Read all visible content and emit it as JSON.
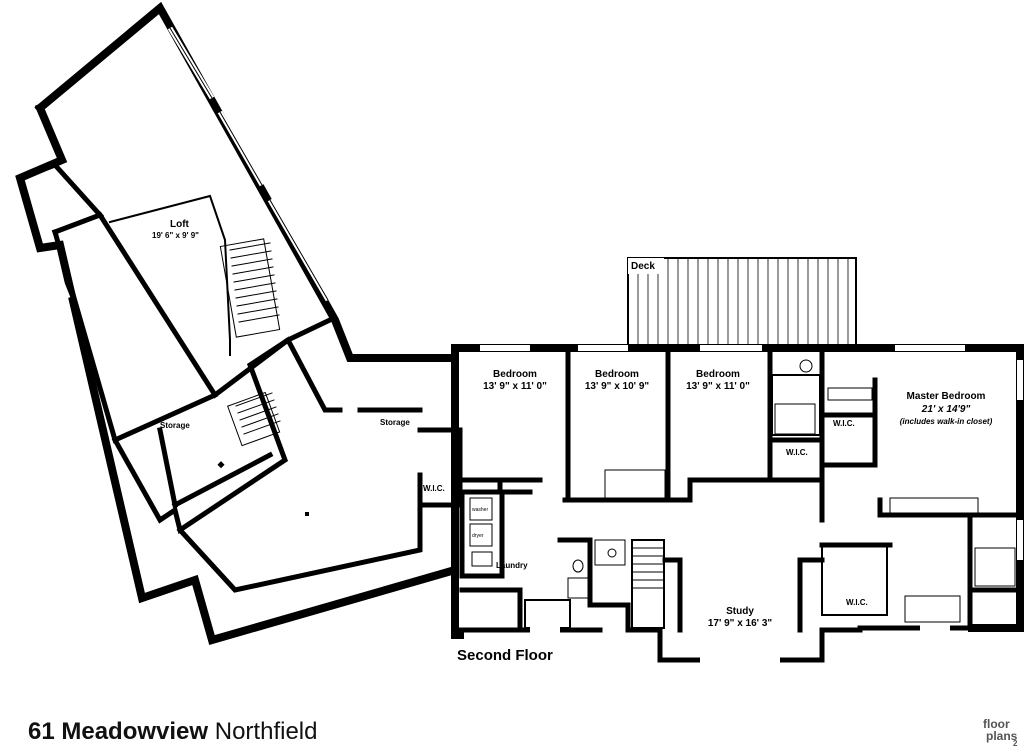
{
  "floor_label": "Second Floor",
  "address": {
    "street": "61 Meadowview",
    "town": "Northfield"
  },
  "logo": {
    "line1": "floor",
    "line2": "plans",
    "glyph": "2"
  },
  "rooms": {
    "loft": {
      "name": "Loft",
      "dims": "19' 6\" x 9' 9\""
    },
    "storage_left": {
      "name": "Storage"
    },
    "storage_right": {
      "name": "Storage"
    },
    "wic_left": {
      "name": "W.I.C."
    },
    "laundry": {
      "name": "Laundry",
      "washer": "washer",
      "dryer": "dryer"
    },
    "bedroom1": {
      "name": "Bedroom",
      "dims": "13' 9\" x 11' 0\""
    },
    "bedroom2": {
      "name": "Bedroom",
      "dims": "13' 9\" x 10' 9\""
    },
    "bedroom3": {
      "name": "Bedroom",
      "dims": "13' 9\" x 11' 0\""
    },
    "deck": {
      "name": "Deck"
    },
    "master": {
      "name": "Master Bedroom",
      "dims": "21' x 14'9\"",
      "note": "(includes walk-in closet)"
    },
    "wic_master1": {
      "name": "W.I.C."
    },
    "wic_master2": {
      "name": "W.I.C."
    },
    "wic_bath": {
      "name": "W.I.C."
    },
    "study": {
      "name": "Study",
      "dims": "17' 9\" x 16' 3\""
    }
  }
}
